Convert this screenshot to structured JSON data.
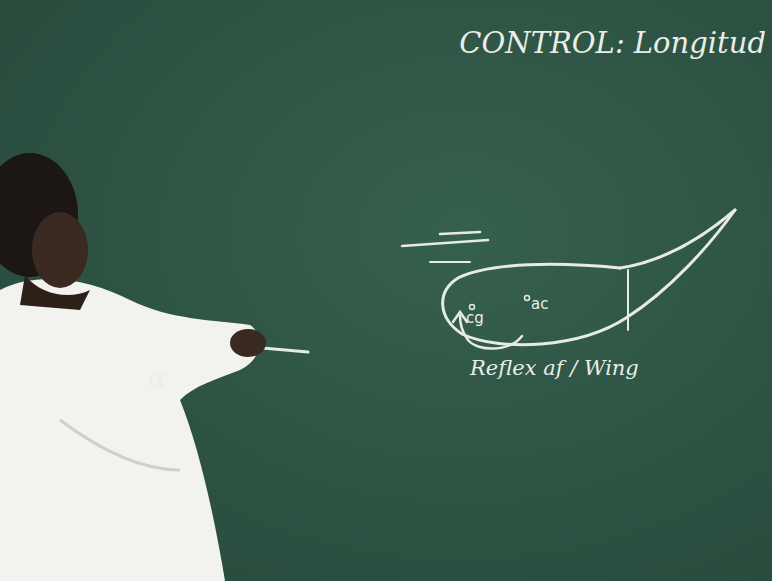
{
  "diagram": {
    "labels": [
      "CONTROL: Longitud",
      "cg",
      "ac",
      "Reflex af / Wing",
      "α"
    ]
  }
}
